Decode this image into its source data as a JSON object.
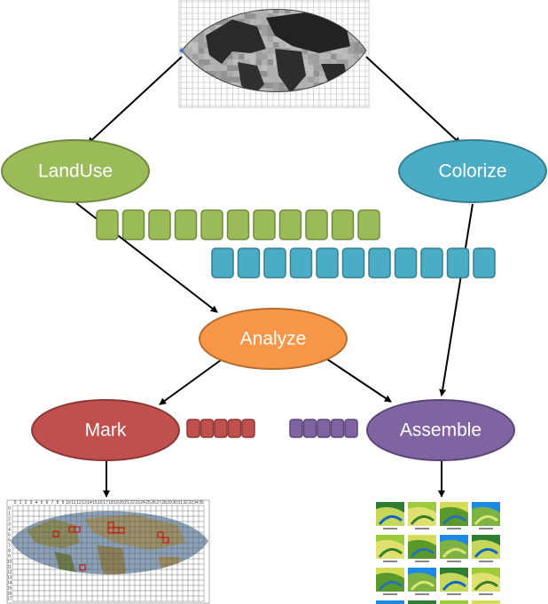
{
  "nodes": {
    "landuse": {
      "label": "LandUse",
      "fill": "#9bbb59",
      "stroke": "#71893f"
    },
    "colorize": {
      "label": "Colorize",
      "fill": "#4bacc6",
      "stroke": "#357d91"
    },
    "analyze": {
      "label": "Analyze",
      "fill": "#f79646",
      "stroke": "#b66d31"
    },
    "mark": {
      "label": "Mark",
      "fill": "#c0504d",
      "stroke": "#8c3836"
    },
    "assemble": {
      "label": "Assemble",
      "fill": "#8064a2",
      "stroke": "#5c4776"
    }
  },
  "queues": {
    "green": {
      "count": 11,
      "fill": "#9bbb59",
      "stroke": "#71893f"
    },
    "blue": {
      "count": 11,
      "fill": "#4bacc6",
      "stroke": "#357d91"
    },
    "red": {
      "count": 5,
      "fill": "#c0504d",
      "stroke": "#8c3836"
    },
    "purple": {
      "count": 5,
      "fill": "#8064a2",
      "stroke": "#5c4776"
    }
  },
  "grid_map": {
    "columns": [
      "0",
      "1",
      "2",
      "3",
      "4",
      "5",
      "6",
      "7",
      "8",
      "9",
      "10",
      "11",
      "12",
      "13",
      "14",
      "15",
      "16",
      "17",
      "18",
      "19",
      "20",
      "21",
      "22",
      "23",
      "24",
      "25",
      "26",
      "27",
      "28",
      "29",
      "30",
      "31",
      "32",
      "33",
      "34",
      "35"
    ],
    "rows": [
      "0",
      "1",
      "2",
      "3",
      "4",
      "5",
      "6",
      "7",
      "8",
      "9",
      "10",
      "11",
      "12",
      "13",
      "14",
      "15",
      "16",
      "17"
    ]
  },
  "arrow_color": "#000000"
}
